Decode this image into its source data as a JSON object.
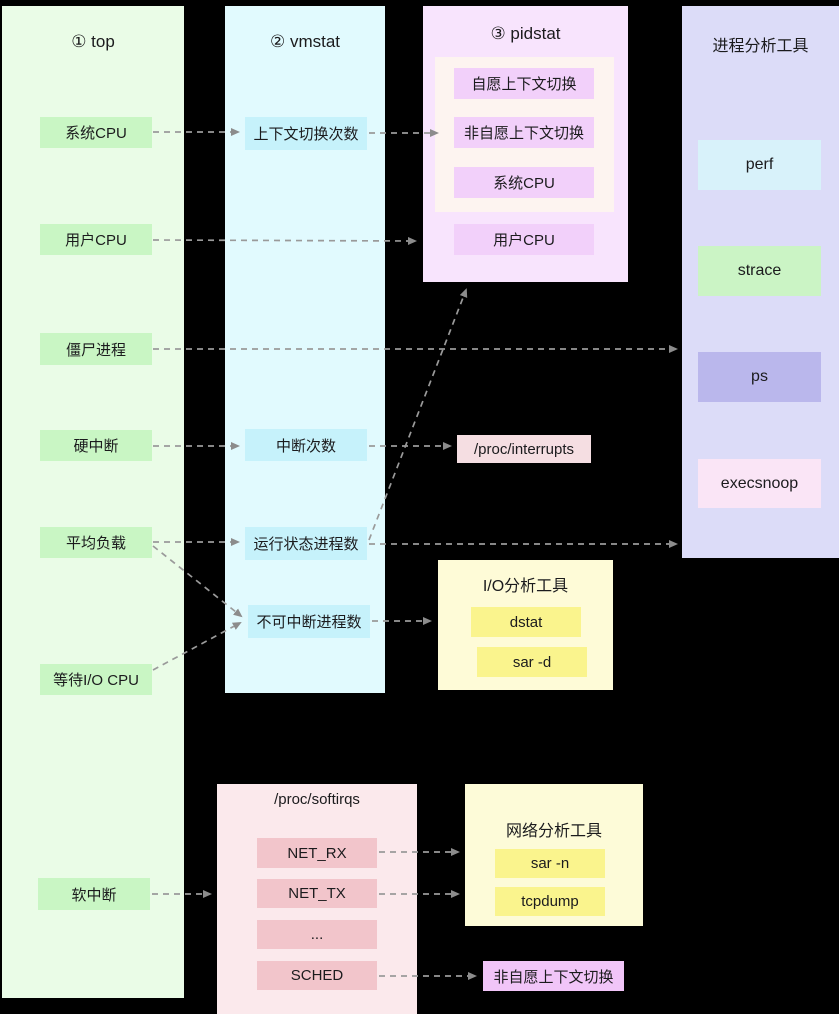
{
  "diagram": {
    "top": {
      "title": "① top",
      "items": [
        "系统CPU",
        "用户CPU",
        "僵尸进程",
        "硬中断",
        "平均负载",
        "等待I/O CPU",
        "软中断"
      ]
    },
    "vmstat": {
      "title": "② vmstat",
      "items": [
        "上下文切换次数",
        "中断次数",
        "运行状态进程数",
        "不可中断进程数"
      ]
    },
    "pidstat": {
      "title": "③ pidstat",
      "inner_items": [
        "自愿上下文切换",
        "非自愿上下文切换",
        "系统CPU"
      ],
      "outer_item": "用户CPU"
    },
    "process_tools": {
      "title": "进程分析工具",
      "items": [
        "perf",
        "strace",
        "ps",
        "execsnoop"
      ]
    },
    "proc_interrupts": "/proc/interrupts",
    "io_tools": {
      "title": "I/O分析工具",
      "items": [
        "dstat",
        "sar -d"
      ]
    },
    "proc_softirqs": {
      "title": "/proc/softirqs",
      "items": [
        "NET_RX",
        "NET_TX",
        "...",
        "SCHED"
      ]
    },
    "net_tools": {
      "title": "网络分析工具",
      "items": [
        "sar -n",
        "tcpdump"
      ]
    },
    "invol_ctx_switch": "非自愿上下文切换"
  },
  "colors": {
    "page_background": "#000000",
    "top_column": "#eafce7",
    "top_item": "#c9f6c4",
    "vmstat_column": "#e1fafe",
    "vmstat_item": "#c6f2fb",
    "pidstat_box": "#f8e4fd",
    "pidstat_inner": "#fdf4f0",
    "pidstat_item": "#f2d0fa",
    "tools_column": "#dcdcf8",
    "perf_item": "#d8f2fa",
    "strace_item": "#cbf4c5",
    "ps_item": "#bab7ec",
    "execsnoop_item": "#fae5f6",
    "interrupts_box": "#f5dee2",
    "io_tools_box": "#fefbd7",
    "yellow_item": "#faf48d",
    "softirqs_box": "#fbe9ec",
    "softirq_item": "#f2c5cb",
    "net_tools_box": "#fdfbd8",
    "invol_item": "#f1c5f8",
    "arrow": "#9a9a9a",
    "text": "#1b1b1d"
  }
}
